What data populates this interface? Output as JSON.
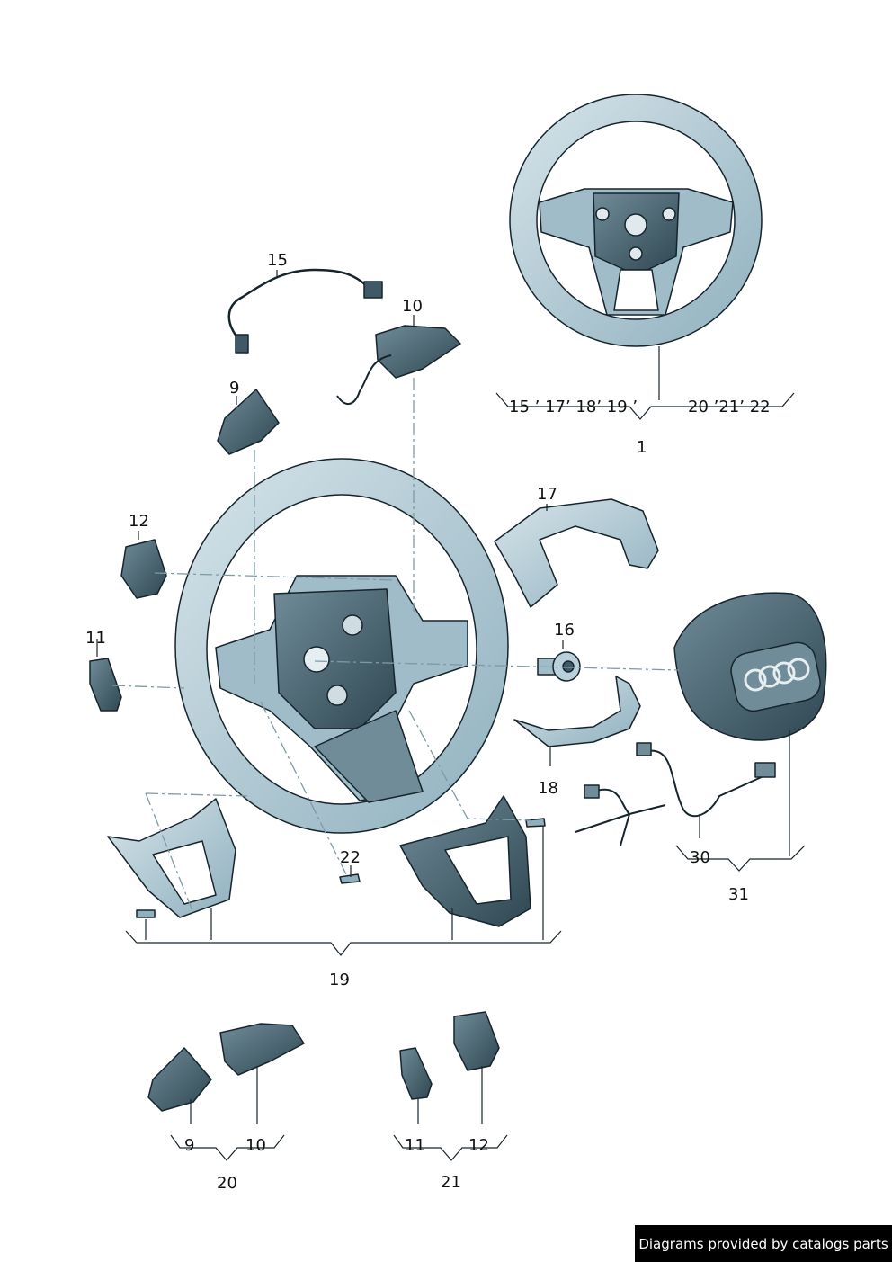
{
  "diagram": {
    "part_labels": {
      "p1": "1",
      "p9": "9",
      "p10": "10",
      "p11": "11",
      "p12": "12",
      "p15": "15",
      "p16": "16",
      "p17": "17",
      "p18": "18",
      "p19": "19",
      "p20": "20",
      "p21": "21",
      "p22": "22",
      "p30": "30",
      "p31": "31"
    },
    "groups": {
      "g1_left": "15 ’ 17’ 18’ 19 ’",
      "g1_right": "20 ’21’ 22",
      "g19_a": "9",
      "g19_b": "10",
      "g21_a": "11",
      "g21_b": "12"
    },
    "colors": {
      "part_fill": "#b9d0da",
      "part_dark": "#3f5a66",
      "outline": "#16242c",
      "axis": "#7d9aa6"
    }
  },
  "footer": {
    "credit": "Diagrams provided by catalogs parts"
  }
}
